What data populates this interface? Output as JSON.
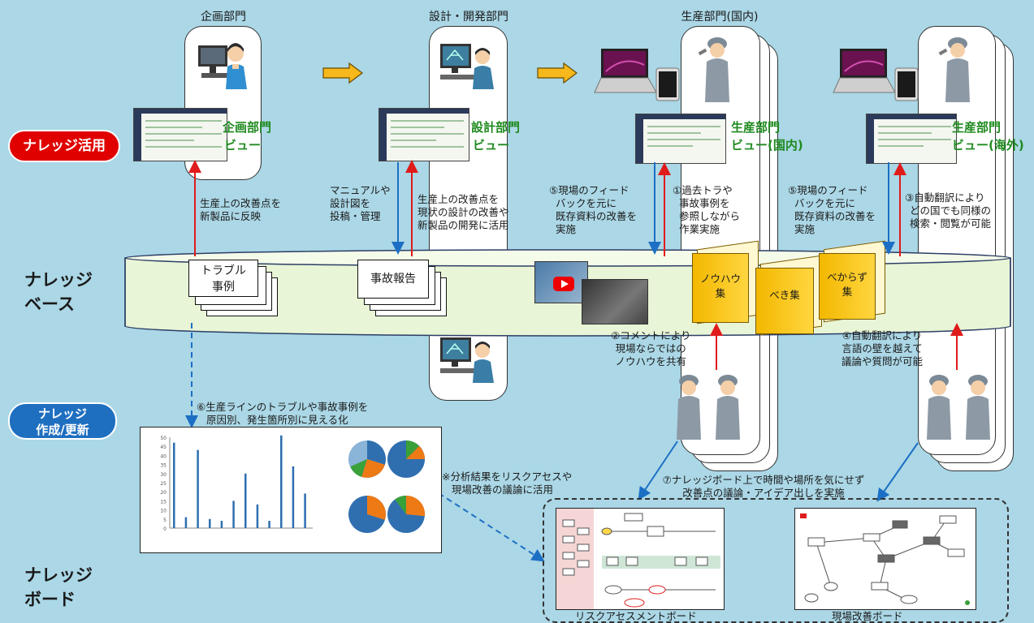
{
  "departments": {
    "planning": "企画部門",
    "design": "設計・開発部門",
    "prod_domestic": "生産部門(国内)"
  },
  "views": {
    "planning": [
      "企画部門",
      "ビュー"
    ],
    "design": [
      "設計部門",
      "ビュー"
    ],
    "domestic": [
      "生産部門",
      "ビュー(国内)"
    ],
    "overseas": [
      "生産部門",
      "ビュー(海外)"
    ]
  },
  "left_labels": {
    "use": "ナレッジ活用",
    "base": [
      "ナレッジ",
      "ベース"
    ],
    "create": [
      "ナレッジ",
      "作成/更新"
    ],
    "board": [
      "ナレッジ",
      "ボード"
    ]
  },
  "notes": {
    "planning_up": [
      "生産上の改善点を",
      "新製品に反映"
    ],
    "design_down": [
      "マニュアルや",
      "設計図を",
      "投稿・管理"
    ],
    "design_up": [
      "生産上の改善点を",
      "現状の設計の改善や",
      "新製品の開発に活用"
    ],
    "n5_domestic": [
      "⑤現場のフィード",
      "バックを元に",
      "既存資料の改善を",
      "実施"
    ],
    "n1": [
      "①過去トラや",
      "事故事例を",
      "参照しながら",
      "作業実施"
    ],
    "n5_overseas": [
      "⑤現場のフィード",
      "バックを元に",
      "既存資料の改善を",
      "実施"
    ],
    "n3": [
      "③自動翻訳により",
      "どの国でも同様の",
      "検索・閲覧が可能"
    ],
    "n2": [
      "②コメントにより",
      "現場ならではの",
      "ノウハウを共有"
    ],
    "n4": [
      "④自動翻訳により",
      "言語の壁を越えて",
      "議論や質問が可能"
    ],
    "n6": [
      "⑥生産ラインのトラブルや事故事例を",
      "原因別、発生箇所別に見える化"
    ],
    "n_analysis": [
      "※分析結果をリスクアセスや",
      "現場改善の議論に活用"
    ],
    "n7": [
      "⑦ナレッジボード上で時間や場所を気にせず",
      "改善点の議論・アイデア出しを実施"
    ]
  },
  "cards": {
    "trouble": [
      "トラブル",
      "事例"
    ],
    "accident": "事故報告"
  },
  "books": {
    "knowhow": [
      "ノウハウ",
      "集"
    ],
    "beki": "べき集",
    "bekarazu": [
      "べからず",
      "集"
    ]
  },
  "boards": {
    "risk": "リスクアセスメントボード",
    "improve": "現場改善ボード"
  },
  "chart_data": {
    "type": "bar",
    "ylabel": "",
    "ylim": [
      0,
      50
    ],
    "yticks": [
      "50",
      "45",
      "40",
      "35",
      "30",
      "25",
      "20",
      "15",
      "10",
      "5",
      "0"
    ],
    "values": [
      47,
      6,
      43,
      5,
      4,
      15,
      30,
      13,
      4,
      51,
      34,
      19
    ]
  },
  "colors": {
    "background": "#abd7e6",
    "red_arrow": "#e01b1b",
    "blue_arrow": "#1c6fc4",
    "view_green": "#1f8a1f",
    "pill_red": "#e00000",
    "pill_blue": "#1f6fc0"
  }
}
